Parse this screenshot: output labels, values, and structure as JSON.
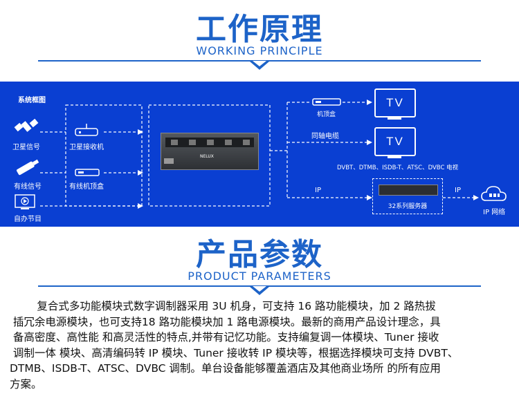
{
  "section1": {
    "title": "工作原理",
    "subtitle": "WORKING PRINCIPLE"
  },
  "diagram": {
    "heading": "系统框图",
    "satellite_signal": "卫星信号",
    "satellite_receiver": "卫星接收机",
    "cable_signal": "有线信号",
    "cable_stb": "有线机顶盒",
    "self_program": "自办节目",
    "set_top_box": "机顶盒",
    "coax": "同轴电缆",
    "tv_label": "TV",
    "standards": "DVBT、DTMB、ISDB-T、ATSC、DVBC 电视",
    "ip_in": "IP",
    "ip_out": "IP",
    "server": "32系列服务器",
    "ip_network": "IP 网络",
    "device_brand": "NELUX"
  },
  "section2": {
    "title": "产品参数",
    "subtitle": "PRODUCT PARAMETERS"
  },
  "description_lines": [
    "        复合式多功能模块式数字调制器采用 3U 机身，可支持 16 路功能模块，加 2 路热拔",
    " 插冗余电源模块，也可支持18 路功能模块加 1 路电源模块。最新的商用产品设计理念，具",
    " 备高密度、高性能 和高灵活性的特点,并带有记忆功能。支持编复调一体模块、Tuner 接收",
    " 调制一体 模块、高清编码转 IP 模块、Tuner 接收转 IP 模块等，根据选择模块可支持 DVBT、",
    "DTMB、ISDB-T、ATSC、DVBC 调制。单台设备能够覆盖酒店及其他商业场所 的所有应用",
    "方案。"
  ],
  "colors": {
    "brand_blue": "#1d63c8",
    "panel_blue": "#0a3fd2"
  }
}
